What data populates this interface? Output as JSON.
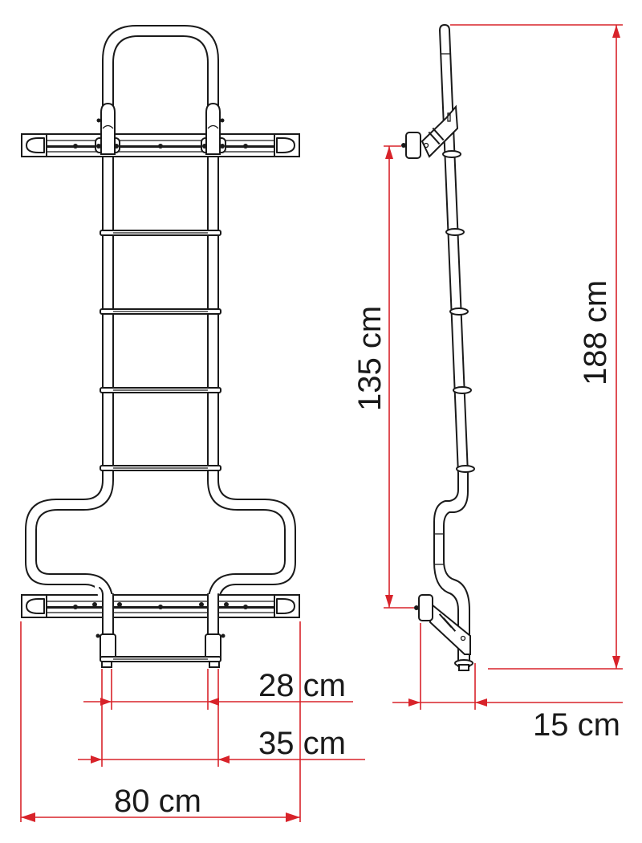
{
  "figure": {
    "title": "Ladder dimension drawing",
    "views": [
      "front-view",
      "side-view"
    ],
    "colors": {
      "line": "#1a1a1a",
      "dimension": "#d8232a",
      "background": "#ffffff"
    }
  },
  "dimensions": {
    "inner_width": {
      "label": "28 cm",
      "value": 28,
      "unit": "cm"
    },
    "outer_width": {
      "label": "35 cm",
      "value": 35,
      "unit": "cm"
    },
    "total_width": {
      "label": "80 cm",
      "value": 80,
      "unit": "cm"
    },
    "mount_spacing": {
      "label": "135 cm",
      "value": 135,
      "unit": "cm"
    },
    "total_height": {
      "label": "188 cm",
      "value": 188,
      "unit": "cm"
    },
    "depth": {
      "label": "15 cm",
      "value": 15,
      "unit": "cm"
    }
  },
  "front_view": {
    "rungs": 5,
    "mounting_bars": 2
  }
}
